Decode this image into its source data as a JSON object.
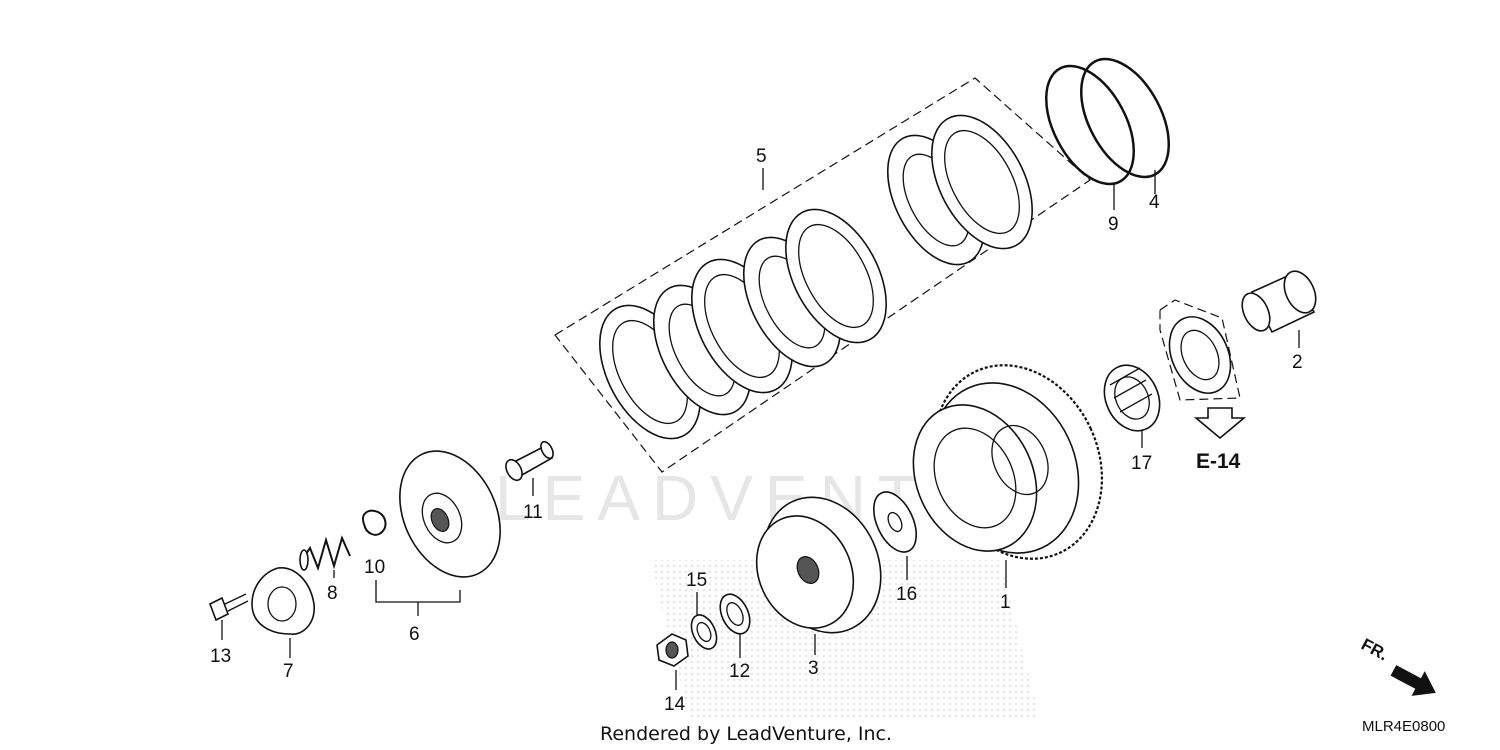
{
  "watermark": {
    "text": "LEADVENTURE"
  },
  "credit": "Rendered by LeadVenture, Inc.",
  "diagram_code": "MLR4E0800",
  "direction_label": "FR.",
  "reference_label": "E-14",
  "callouts": {
    "c1": "1",
    "c2": "2",
    "c3": "3",
    "c4": "4",
    "c5": "5",
    "c6": "6",
    "c7": "7",
    "c8": "8",
    "c9": "9",
    "c10": "10",
    "c11": "11",
    "c12": "12",
    "c13": "13",
    "c14": "14",
    "c15": "15",
    "c16": "16",
    "c17": "17"
  }
}
